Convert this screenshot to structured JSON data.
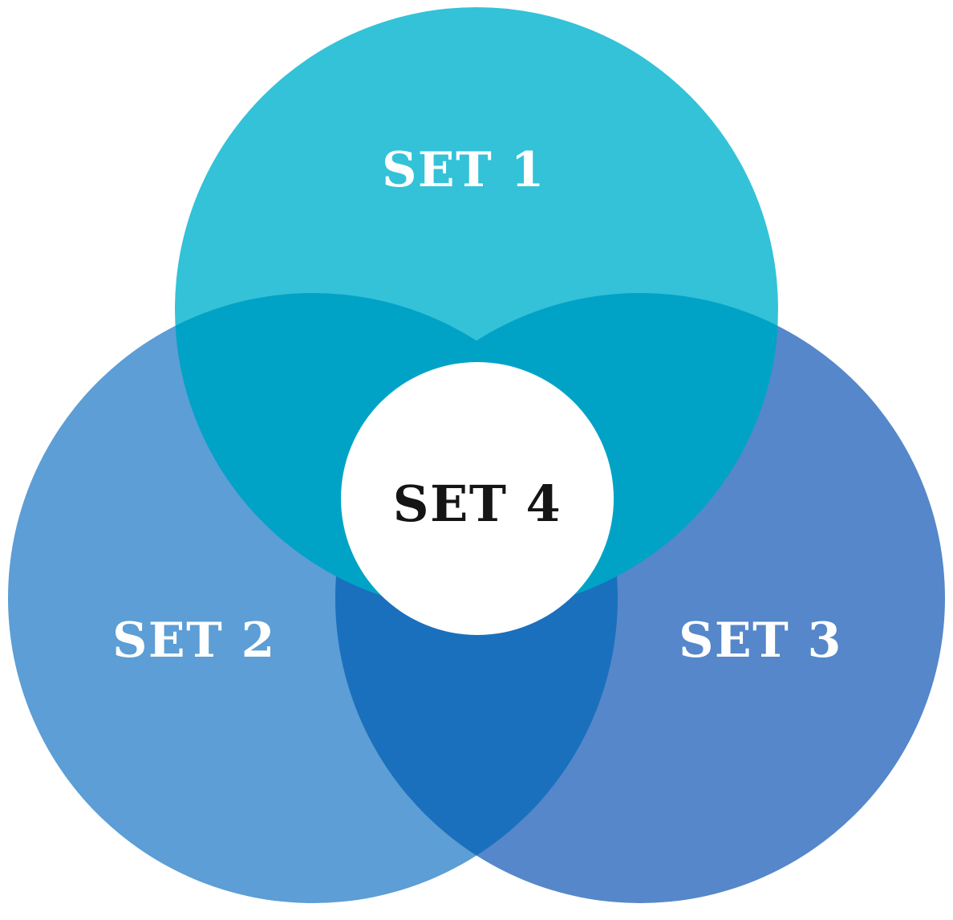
{
  "venn": {
    "type": "venn-diagram",
    "background": "#ffffff",
    "sets": [
      {
        "label": "SET 1",
        "position": "top",
        "color": "#33c2d8",
        "label_color": "#ffffff"
      },
      {
        "label": "SET 2",
        "position": "bottom-left",
        "color": "#5c9ed5",
        "label_color": "#ffffff"
      },
      {
        "label": "SET 3",
        "position": "bottom-right",
        "color": "#5587ca",
        "label_color": "#ffffff"
      },
      {
        "label": "SET 4",
        "position": "center",
        "color": "#ffffff",
        "label_color": "#151515"
      }
    ],
    "overlaps": {
      "set1_set2": "#00a3c6",
      "set1_set3": "#00a3c6",
      "set2_set3": "#1a70bc"
    }
  }
}
